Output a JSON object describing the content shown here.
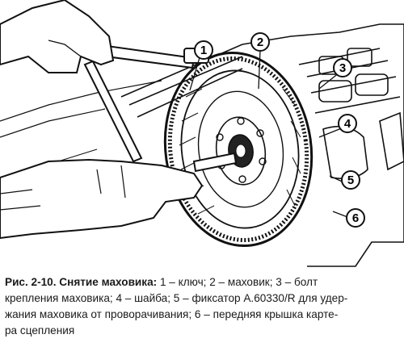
{
  "figure": {
    "callouts": [
      "1",
      "2",
      "3",
      "4",
      "5",
      "6"
    ]
  },
  "caption": {
    "label": "Рис. 2-10. Снятие маховика:",
    "line1": "1 – ключ; 2 – маховик; 3 – болт",
    "line2": "крепления маховика; 4 – шайба; 5 – фиксатор А.60330/R для удер-",
    "line3": "жания маховика от проворачивания; 6 – передняя крышка карте-",
    "line4": "ра сцепления"
  }
}
